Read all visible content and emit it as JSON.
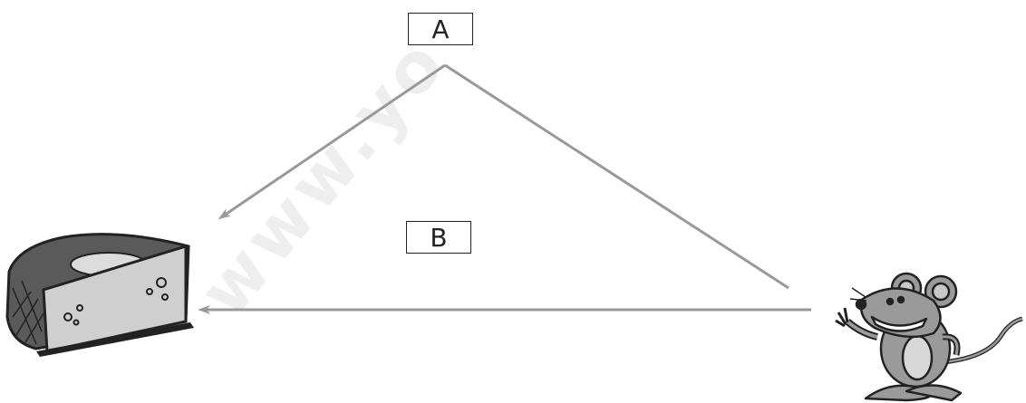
{
  "labels": {
    "path_a": "A",
    "path_b": "B"
  },
  "watermark": "www.yo",
  "colors": {
    "arrow": "#999999",
    "outline": "#222222",
    "mouse_fill": "#9a9a9a",
    "cheese_rind": "#555555",
    "cheese_face": "#cfcfcf"
  },
  "icons": {
    "start": "mouse-icon",
    "goal": "cheese-icon"
  }
}
